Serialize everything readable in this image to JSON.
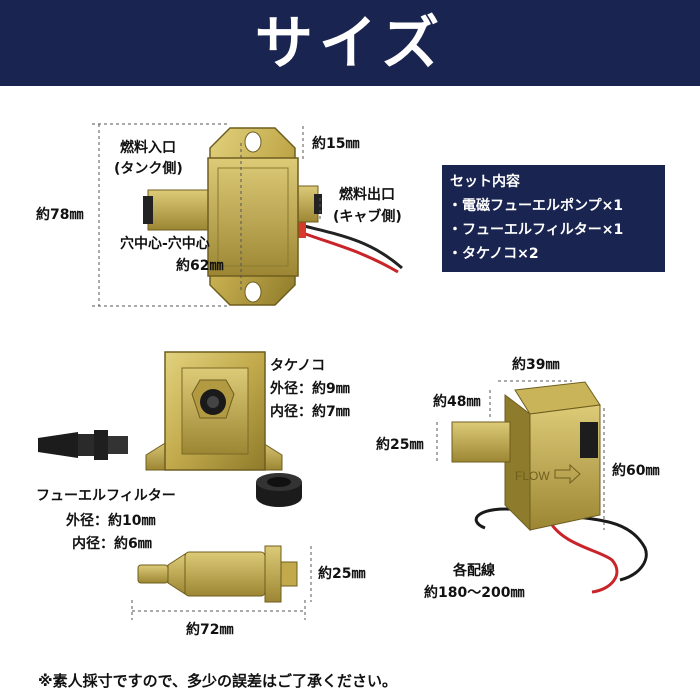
{
  "header": {
    "title": "サイズ"
  },
  "pump_top": {
    "inlet_label_1": "燃料入口",
    "inlet_label_2": "(タンク側)",
    "outlet_label_1": "燃料出口",
    "outlet_label_2": "(キャブ側)",
    "height": "約78㎜",
    "flange": "約15㎜",
    "hole_label": "穴中心-穴中心",
    "hole_distance": "約62㎜"
  },
  "set_contents": {
    "title": "セット内容",
    "items": [
      "・電磁フューエルポンプ×1",
      "・フューエルフィルター×1",
      "・タケノコ×2"
    ]
  },
  "takenoko": {
    "title": "タケノコ",
    "outer": "外径：約9㎜",
    "inner": "内径：約7㎜"
  },
  "filter": {
    "title": "フューエルフィルター",
    "outer": "外径：約10㎜",
    "inner": "内径：約6㎜",
    "length": "約72㎜",
    "height": "約25㎜"
  },
  "pump_right": {
    "width": "約39㎜",
    "depth": "約48㎜",
    "nozzle_height": "約25㎜",
    "height": "約60㎜",
    "flow_text": "FLOW",
    "wire_label": "各配線",
    "wire_length": "約180〜200㎜"
  },
  "footer": {
    "note": "※素人採寸ですので、多少の誤差はご了承ください。"
  },
  "colors": {
    "banner": "#192550",
    "metal": "#c9b45a",
    "metal_dark": "#8a7a2c"
  }
}
